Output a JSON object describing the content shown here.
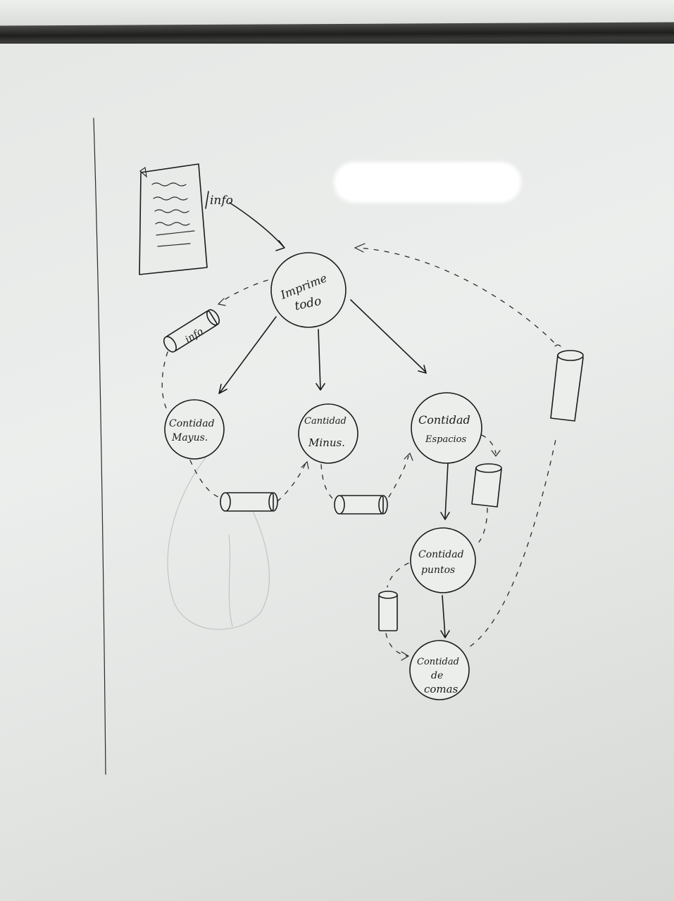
{
  "labels": {
    "input_flow": "info",
    "datastore_flow": "info",
    "node_main_line1": "Imprime",
    "node_main_line2": "todo",
    "node_mayus_line1": "Contidad",
    "node_mayus_line2": "Mayus.",
    "node_minus_line1": "Cantidad",
    "node_minus_line2": "Minus.",
    "node_espacios_line1": "Contidad",
    "node_espacios_line2": "Espacios",
    "node_puntos_line1": "Contidad",
    "node_puntos_line2": "puntos",
    "node_comas_line1": "Contidad",
    "node_comas_line2": "de",
    "node_comas_line3": "comas"
  },
  "colors": {
    "ink": "#1b1b1b",
    "board": "#e6e8e6",
    "frame": "#2a2a29",
    "redaction": "#ffffff"
  }
}
